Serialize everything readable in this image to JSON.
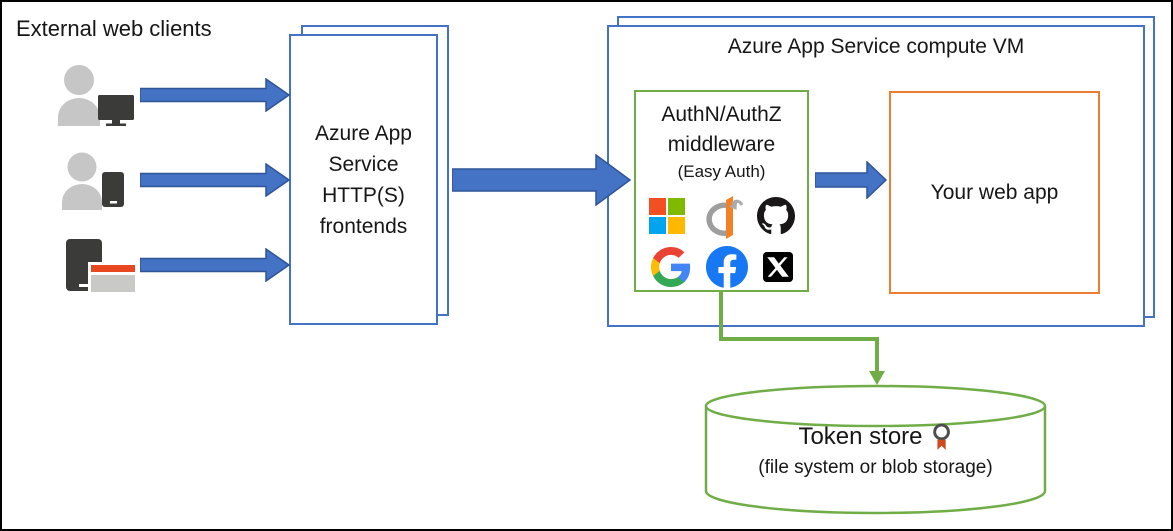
{
  "diagram": {
    "external_clients_label": "External web clients",
    "frontends_label": "Azure App\nService\nHTTP(S)\nfrontends",
    "compute_vm_label": "Azure App Service compute VM",
    "middleware_title": "AuthN/AuthZ\nmiddleware",
    "middleware_subtitle": "(Easy Auth)",
    "web_app_label": "Your web app",
    "token_store": {
      "label": "Token store",
      "subtitle": "(file system or blob storage)"
    },
    "clients": [
      {
        "icon": "person-with-monitor-icon"
      },
      {
        "icon": "person-with-phone-icon"
      },
      {
        "icon": "phone-with-app-window-icon"
      }
    ],
    "identity_providers": [
      {
        "name": "Microsoft",
        "icon": "microsoft-icon"
      },
      {
        "name": "OpenID Connect",
        "icon": "openid-icon"
      },
      {
        "name": "GitHub",
        "icon": "github-icon"
      },
      {
        "name": "Google",
        "icon": "google-icon"
      },
      {
        "name": "Facebook",
        "icon": "facebook-icon"
      },
      {
        "name": "X",
        "icon": "x-icon"
      }
    ]
  },
  "colors": {
    "arrow_fill": "#4472C4",
    "arrow_stroke": "#2F5597",
    "blue_border": "#4472C4",
    "green": "#70AD47",
    "orange": "#ED7D31",
    "badge_ribbon": "#D04A1E",
    "outer_border": "#000000"
  }
}
